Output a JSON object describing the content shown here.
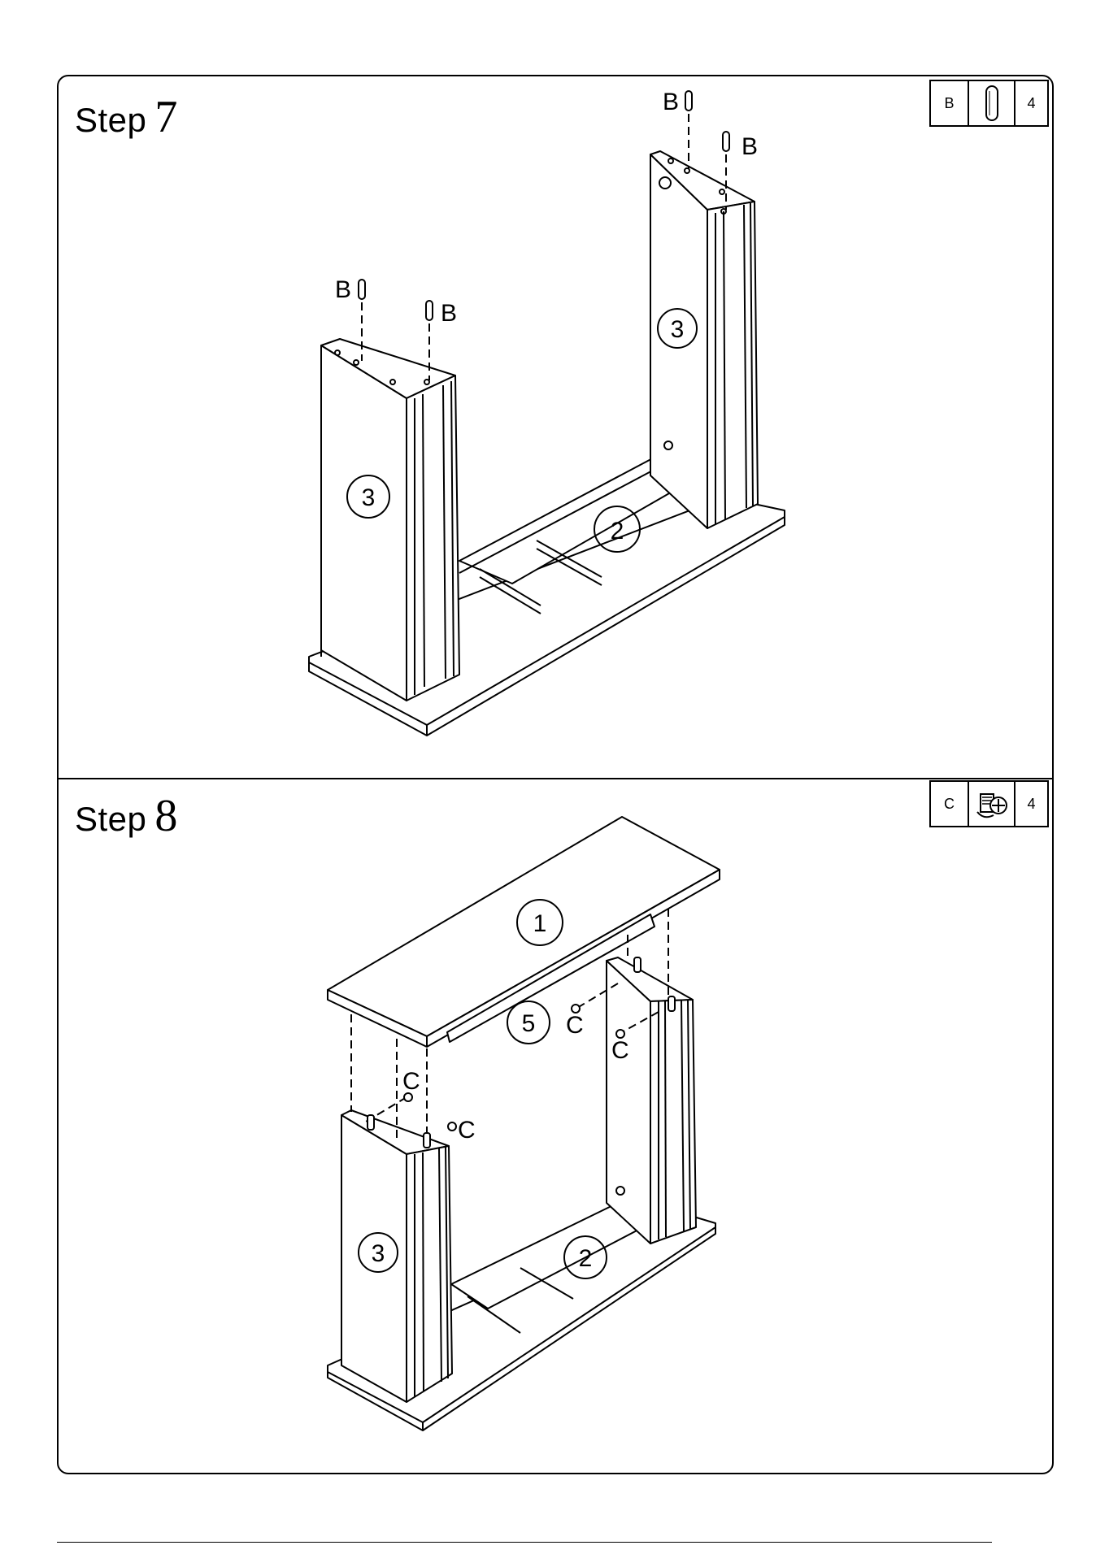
{
  "steps": [
    {
      "word": "Step",
      "number": "7",
      "hardware": {
        "letter": "B",
        "icon": "dowel-pin-icon",
        "quantity": "4"
      },
      "callouts": {
        "dowel_label": "B",
        "parts": [
          "3",
          "3",
          "2"
        ]
      }
    },
    {
      "word": "Step",
      "number": "8",
      "hardware": {
        "letter": "C",
        "icon": "cam-lock-icon",
        "quantity": "4"
      },
      "callouts": {
        "cam_label": "C",
        "parts": [
          "1",
          "5",
          "3",
          "2"
        ]
      }
    }
  ]
}
